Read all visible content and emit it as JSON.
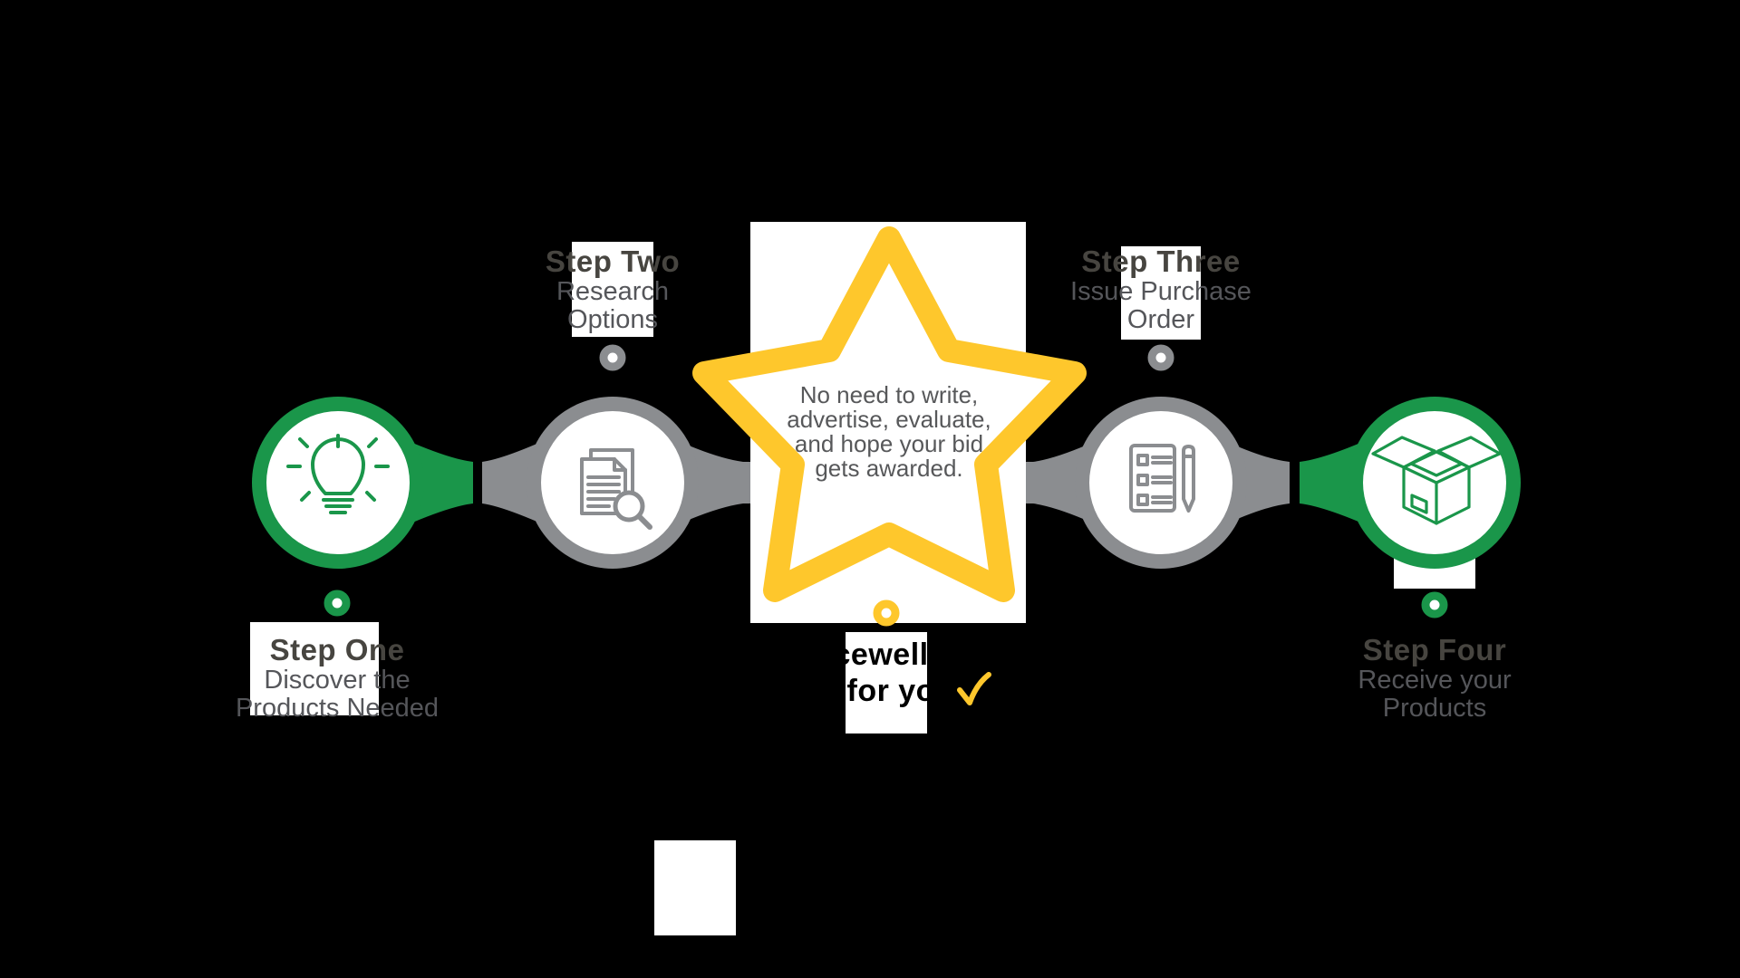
{
  "colors": {
    "green": "#1a964a",
    "gray": "#8b8d90",
    "yellow": "#fec72c",
    "title_text": "#474540",
    "subtitle_text": "#55565a",
    "star_text": "#57585a",
    "tagline_text": "#000000",
    "card_white": "#ffffff",
    "background": "#000000"
  },
  "steps": [
    {
      "title": "Step One",
      "subtitle_lines": [
        "Discover the",
        "Products Needed"
      ],
      "icon": "lightbulb-icon",
      "accent": "green"
    },
    {
      "title": "Step Two",
      "subtitle_lines": [
        "Research",
        "Options"
      ],
      "icon": "document-search-icon",
      "accent": "gray"
    },
    {
      "title": "Step Three",
      "subtitle_lines": [
        "Issue Purchase",
        "Order"
      ],
      "icon": "purchase-order-checklist-icon",
      "accent": "gray"
    },
    {
      "title": "Step Four",
      "subtitle_lines": [
        "Receive your",
        "Products"
      ],
      "icon": "open-box-icon",
      "accent": "green"
    }
  ],
  "star": {
    "message_lines": [
      "No need to write,",
      "advertise, evaluate,",
      "and hope your bid",
      "gets awarded."
    ]
  },
  "tagline": {
    "lines": [
      "Sourcewell does",
      "it for you"
    ],
    "icon": "checkmark-icon"
  }
}
